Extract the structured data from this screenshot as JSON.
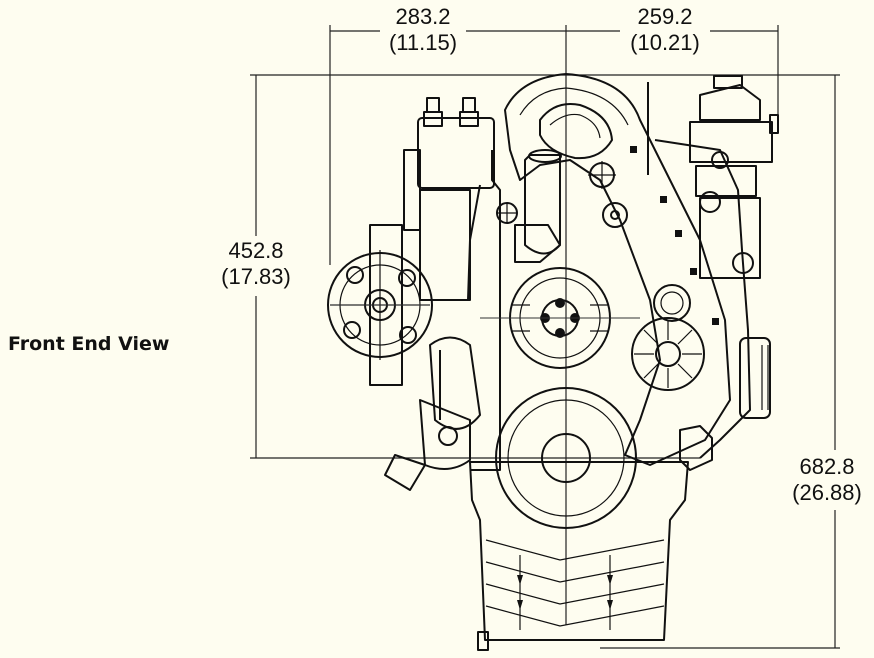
{
  "view_label": "Front End View",
  "dimensions": {
    "left_width": {
      "mm": "283.2",
      "inch": "(11.15)"
    },
    "right_width": {
      "mm": "259.2",
      "inch": "(10.21)"
    },
    "height_left": {
      "mm": "452.8",
      "inch": "(17.83)"
    },
    "height_total": {
      "mm": "682.8",
      "inch": "(26.88)"
    }
  },
  "colors": {
    "background": "#fefdf0",
    "ink": "#111111"
  }
}
